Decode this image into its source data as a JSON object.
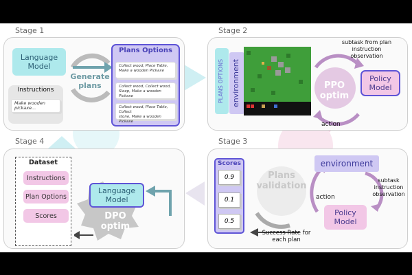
{
  "stages": {
    "s1": "Stage 1",
    "s2": "Stage 2",
    "s3": "Stage 3",
    "s4": "Stage 4"
  },
  "stage1": {
    "language_model": "Language\nModel",
    "generate_plans": "Generate\nplans",
    "instructions_title": "Instructions",
    "instruction_example": "Make wooden pickaxe...",
    "plans_title": "Plans Options",
    "plans": [
      "Collect wood, Place Table,\nMake a wooden Pickaxe",
      "Collect wood, Collect wood,\nSleep, Make a wooden Pickaxe",
      "Collect wood, Place Table, Collect\nstone, Make a wooden Pickaxe"
    ]
  },
  "stage2": {
    "plans_options_vertical": "PLANS OPTIONS",
    "environment_vertical": "environment",
    "ppo_optim": "PPO\noptim",
    "policy_model": "Policy\nModel",
    "arrow_top": "subtask from plan\ninstruction\nobservation",
    "arrow_bottom": "action"
  },
  "stage3": {
    "scores_title": "Scores",
    "scores": [
      "0.9",
      "0.1",
      "0.5"
    ],
    "plans_validation": "Plans\nvalidation",
    "environment": "environment",
    "policy_model": "Policy\nModel",
    "right_label": "subtask\ninstruction\nobservation",
    "action": "action",
    "success_rate": "Success Rate for\neach plan"
  },
  "stage4": {
    "dataset_title": "Dataset",
    "items": [
      "Instructions",
      "Plan Options",
      "Scores"
    ],
    "language_model": "Language\nModel",
    "dpo_optim": "DPO\noptim"
  },
  "colors": {
    "cyan": "#aee9ec",
    "lavender": "#cfc8f3",
    "pink": "#f2c7e6",
    "border_purple": "#5e54d6"
  }
}
